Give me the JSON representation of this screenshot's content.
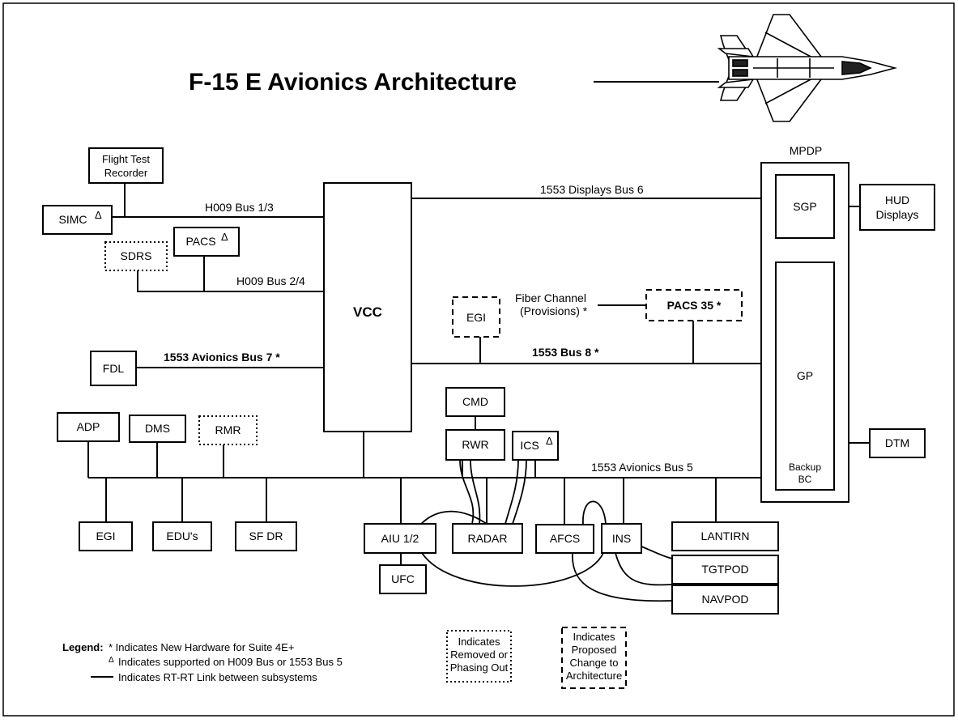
{
  "title": "F-15 E Avionics Architecture",
  "colors": {
    "ink": "#000000",
    "paper": "#ffffff"
  },
  "buses": {
    "h009_13": "H009 Bus 1/3",
    "h009_24": "H009 Bus 2/4",
    "displays6": "1553 Displays Bus 6",
    "avionics7": "1553 Avionics Bus 7 *",
    "bus8": "1553 Bus 8 *",
    "avionics5": "1553 Avionics Bus 5",
    "fiber_line1": "Fiber Channel",
    "fiber_line2": "(Provisions) *"
  },
  "boxes": {
    "flight_test_recorder": [
      "Flight Test",
      "Recorder"
    ],
    "simc": "SIMC",
    "pacs": "PACS",
    "sdrs": "SDRS",
    "vcc": "VCC",
    "fdl": "FDL",
    "egi_top": "EGI",
    "pacs35": "PACS 35 *",
    "mpdp": "MPDP",
    "sgp": "SGP",
    "hud_displays": [
      "HUD",
      "Displays"
    ],
    "gp": "GP",
    "backup_bc": [
      "Backup",
      "BC"
    ],
    "dtm": "DTM",
    "adp": "ADP",
    "dms": "DMS",
    "rmr": "RMR",
    "egi_bottom": "EGI",
    "edus": "EDU's",
    "sfdr": "SF DR",
    "cmd": "CMD",
    "rwr": "RWR",
    "ics": "ICS",
    "aiu": "AIU 1/2",
    "ufc": "UFC",
    "radar": "RADAR",
    "afcs": "AFCS",
    "ins": "INS",
    "lantirn": "LANTIRN",
    "tgtpod": "TGTPOD",
    "navpod": "NAVPOD"
  },
  "delta_symbol": "Δ",
  "legend": {
    "heading": "Legend:",
    "new_hw": "* Indicates New Hardware for Suite 4E+",
    "supported": "Indicates supported on H009 Bus or 1553 Bus 5",
    "rtrt": "Indicates RT-RT Link between subsystems",
    "removed": [
      "Indicates",
      "Removed or",
      "Phasing Out"
    ],
    "proposed": [
      "Indicates",
      "Proposed",
      "Change to",
      "Architecture"
    ]
  }
}
